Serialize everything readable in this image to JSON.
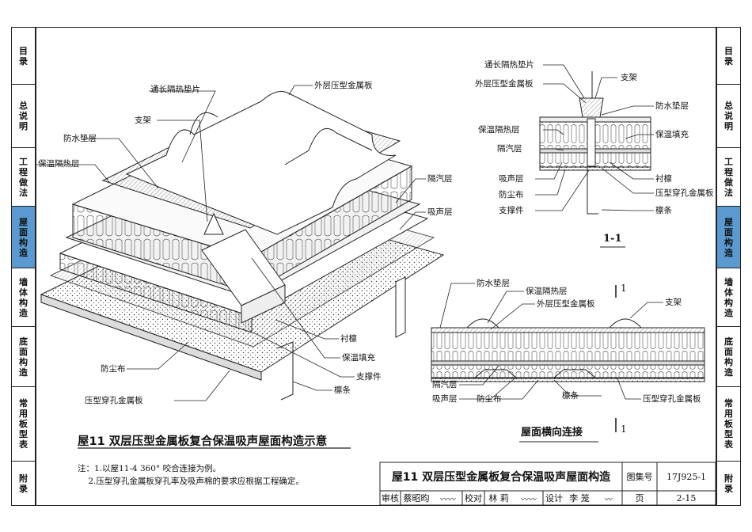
{
  "side_tabs": [
    {
      "label": "目\n录",
      "active": false
    },
    {
      "label": "总\n说\n明",
      "active": false
    },
    {
      "label": "工\n程\n做\n法",
      "active": false
    },
    {
      "label": "屋\n面\n构\n造",
      "active": true
    },
    {
      "label": "墙\n体\n构\n造",
      "active": false
    },
    {
      "label": "底\n面\n构\n造",
      "active": false
    },
    {
      "label": "常\n用\n板\n型\n表",
      "active": false
    },
    {
      "label": "附\n录",
      "active": false
    }
  ],
  "iso_labels": {
    "tongchang": "通长隔热垫片",
    "waiceng": "外层压型金属板",
    "zhijia": "支架",
    "fangshui": "防水垫层",
    "baowen": "保温隔热层",
    "geqi": "隔汽层",
    "xisheng": "吸声层",
    "chenlin": "衬檩",
    "baowentianchong": "保温填充",
    "fangchenbu": "防尘布",
    "zhichengjian": "支撑件",
    "linjiao": "檩条",
    "yaxing": "压型穿孔金属板"
  },
  "main_title": "屋11  双层压型金属板复合保温吸声屋面构造示意",
  "section_labels": {
    "tongchang": "通长隔热垫片",
    "waiceng": "外层压型金属板",
    "zhijia": "支架",
    "fangshui": "防水垫层",
    "baowen": "保温隔热层",
    "baowentianchong": "保温填充",
    "geqi": "隔汽层",
    "xisheng": "吸声层",
    "chenlin": "衬檩",
    "fangchenbu": "防尘布",
    "yaxing": "压型穿孔金属板",
    "zhichengjian": "支撑件",
    "linjiao": "檩条",
    "section_name": "1-1"
  },
  "transverse_labels": {
    "fangshui": "防水垫层",
    "baowen": "保温隔热层",
    "waiceng": "外层压型金属板",
    "zhijia": "支架",
    "geqi": "隔汽层",
    "xisheng": "吸声层",
    "fangchenbu": "防尘布",
    "linjiao": "檩条",
    "yaxing": "压型穿孔金属板",
    "cut_mark_top": "1",
    "cut_mark_bottom": "1",
    "title": "屋面横向连接"
  },
  "notes": "注：1.以屋11-4 360° 咬合连接为例。\n    2.压型穿孔金属板穿孔率及吸声棉的要求应根据工程确定。",
  "title_block": {
    "title": "屋11  双层压型金属板复合保温吸声屋面构造",
    "atlas_label": "图集号",
    "atlas_no": "17J925-1",
    "review_label": "审核",
    "reviewer": "蔡昭昀",
    "proof_label": "校对",
    "proofer": "林 莉",
    "design_label": "设计",
    "designer": "李 笼",
    "page_label": "页",
    "page_no": "2-15"
  }
}
